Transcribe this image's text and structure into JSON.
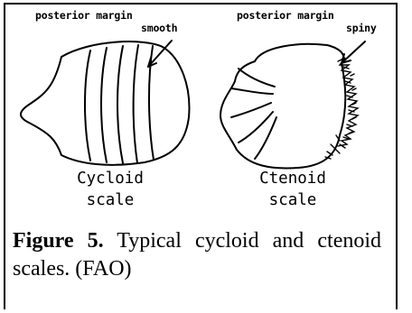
{
  "cycloid": {
    "annotation_line1": "posterior margin",
    "annotation_line2": "smooth",
    "name_line1": "Cycloid",
    "name_line2": "scale"
  },
  "ctenoid": {
    "annotation_line1": "posterior margin",
    "annotation_line2": "spiny",
    "name_line1": "Ctenoid",
    "name_line2": "scale"
  },
  "caption": {
    "label": "Figure 5.",
    "text": " Typical cycloid and ctenoid scales. (FAO)"
  }
}
